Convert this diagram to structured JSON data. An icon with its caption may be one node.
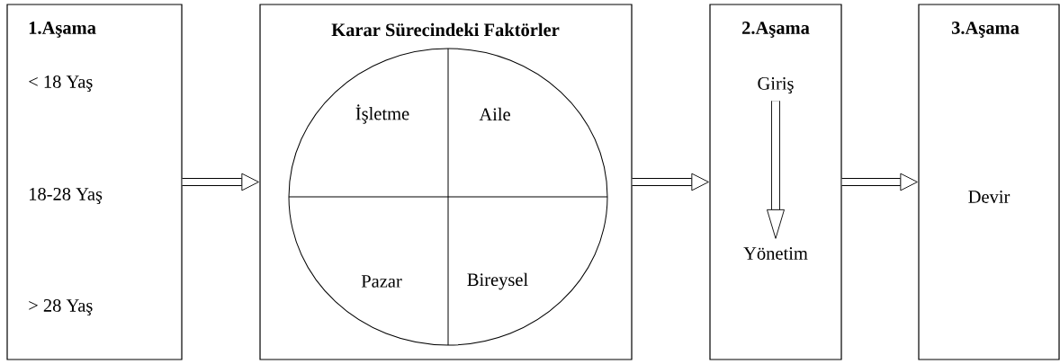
{
  "diagram": {
    "nodes": [
      {
        "text": [
          "1.Aşama",
          "< 18 Yaş",
          "18-28 Yaş",
          "> 28 Yaş"
        ]
      },
      {
        "text": [
          "Karar Sürecindeki Faktörler"
        ]
      },
      {
        "text": [
          "İşletme",
          "Aile",
          "Pazar",
          "Bireysel"
        ],
        "in": 1
      },
      {
        "text": [
          "2.Aşama"
        ]
      },
      {
        "text": [
          "Giriş"
        ],
        "in": 3
      },
      {
        "text": [
          "Yönetim"
        ],
        "in": 3
      },
      {
        "text": [
          "3.Aşama",
          "Devir"
        ]
      }
    ],
    "edges": [
      {
        "from": 0,
        "to": 1,
        "arrow": "to"
      },
      {
        "from": 1,
        "to": 3,
        "arrow": "to"
      },
      {
        "from": 4,
        "to": 5,
        "arrow": "to"
      },
      {
        "from": 3,
        "to": 6,
        "arrow": "to"
      }
    ]
  }
}
